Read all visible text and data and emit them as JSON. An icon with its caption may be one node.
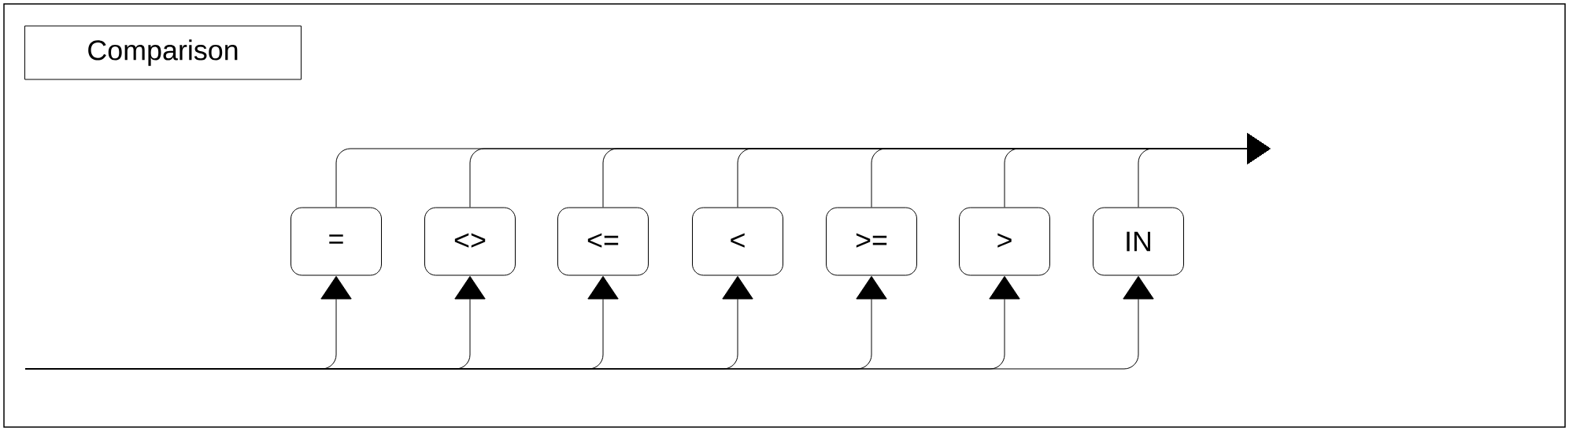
{
  "diagram": {
    "nodes": [
      {
        "text": [
          "Comparison"
        ]
      },
      {
        "text": [
          "="
        ]
      },
      {
        "text": [
          "<>"
        ]
      },
      {
        "text": [
          "<="
        ]
      },
      {
        "text": [
          "<"
        ]
      },
      {
        "text": [
          ">="
        ]
      },
      {
        "text": [
          ">"
        ]
      },
      {
        "text": [
          "IN"
        ]
      }
    ],
    "edges": [
      {
        "from": null,
        "to": 1,
        "arrow": "to"
      },
      {
        "from": null,
        "to": 2,
        "arrow": "to"
      },
      {
        "from": null,
        "to": 3,
        "arrow": "to"
      },
      {
        "from": null,
        "to": 4,
        "arrow": "to"
      },
      {
        "from": null,
        "to": 5,
        "arrow": "to"
      },
      {
        "from": null,
        "to": 6,
        "arrow": "to"
      },
      {
        "from": null,
        "to": 7,
        "arrow": "to"
      },
      {
        "from": 1,
        "to": null,
        "arrow": "to"
      },
      {
        "from": 2,
        "to": null,
        "arrow": "to"
      },
      {
        "from": 3,
        "to": null,
        "arrow": "to"
      },
      {
        "from": 4,
        "to": null,
        "arrow": "to"
      },
      {
        "from": 5,
        "to": null,
        "arrow": "to"
      },
      {
        "from": 6,
        "to": null,
        "arrow": "to"
      },
      {
        "from": 7,
        "to": null,
        "arrow": "to"
      }
    ]
  }
}
